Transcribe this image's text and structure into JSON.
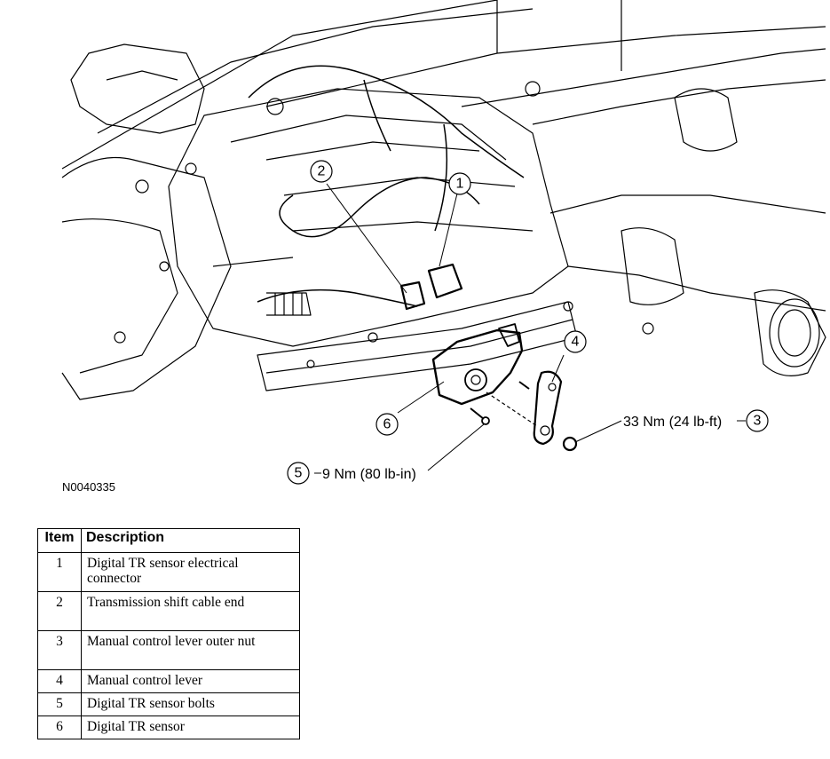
{
  "figure_id": "N0040335",
  "callouts": [
    {
      "num": "1"
    },
    {
      "num": "2"
    },
    {
      "num": "3",
      "label": "33 Nm (24 lb-ft)"
    },
    {
      "num": "4"
    },
    {
      "num": "5",
      "label": "9 Nm (80 lb-in)"
    },
    {
      "num": "6"
    }
  ],
  "legend": {
    "headers": {
      "item": "Item",
      "description": "Description"
    },
    "rows": [
      {
        "item": "1",
        "description": "Digital TR sensor electrical connector"
      },
      {
        "item": "2",
        "description": "Transmission shift cable end"
      },
      {
        "item": "3",
        "description": "Manual control lever outer nut"
      },
      {
        "item": "4",
        "description": "Manual control lever"
      },
      {
        "item": "5",
        "description": "Digital TR sensor bolts"
      },
      {
        "item": "6",
        "description": "Digital TR sensor"
      }
    ]
  }
}
